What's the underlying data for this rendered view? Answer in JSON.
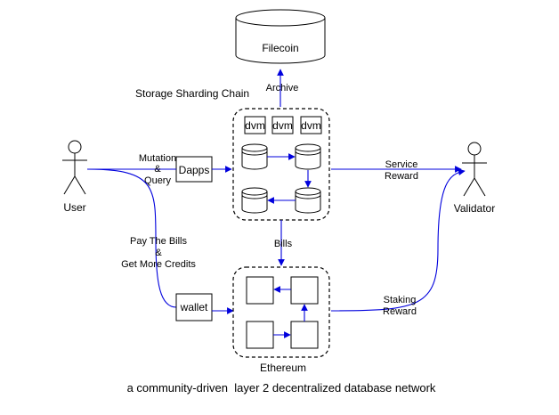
{
  "nodes": {
    "filecoin": "Filecoin",
    "archive": "Archive",
    "storage_chain": "Storage Sharding Chain",
    "dvm": [
      "dvm",
      "dvm",
      "dvm"
    ],
    "user": "User",
    "validator": "Validator",
    "dapps": "Dapps",
    "wallet": "wallet",
    "ethereum": "Ethereum"
  },
  "edges": {
    "mutation_query": [
      "Mutation",
      "&",
      "Query"
    ],
    "service_reward": [
      "Service",
      "Reward"
    ],
    "bills": "Bills",
    "pay_bills": [
      "Pay The Bills",
      "&",
      "Get More Credits"
    ],
    "staking_reward": [
      "Staking",
      "Reward"
    ]
  },
  "caption": "a community-driven  layer 2 decentralized database network",
  "colors": {
    "edge": "#0000dd",
    "stroke": "#000000"
  }
}
